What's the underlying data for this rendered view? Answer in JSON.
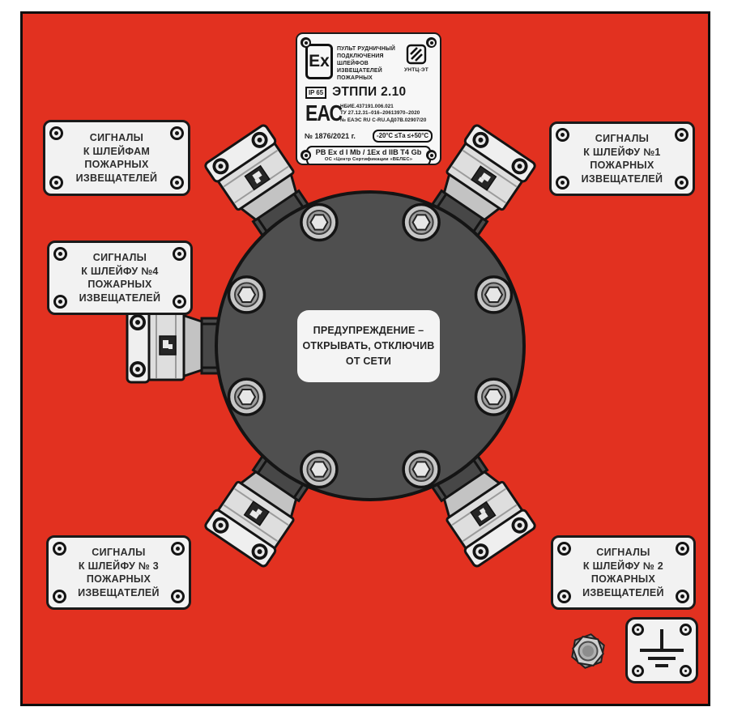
{
  "colors": {
    "panel_red": "#e23120",
    "enclosure_gray": "#4f4f4f",
    "plate_white": "#f2f2f2"
  },
  "nameplate": {
    "ex_logo": "Ex",
    "title_lines": [
      "ПУЛЬТ  РУДНИЧНЫЙ",
      "ПОДКЛЮЧЕНИЯ",
      "ШЛЕЙФОВ",
      "ИЗВЕЩАТЕЛЕЙ",
      "ПОЖАРНЫХ"
    ],
    "manufacturer": "УНТЦ-ЭТ",
    "ip_rating": "IP 65",
    "model": "ЭТППИ 2.10",
    "eac_mark": "ЕАС",
    "doc_lines": [
      "НБИЕ.437191.006.021",
      "ТУ 27.12.31–016–20613970–2020",
      "№  ЕАЭС RU C-RU.АД07В.02907/20"
    ],
    "serial": "№ 1876/2021 г.",
    "temp_range": "-20°C ≤Tа ≤+50°C",
    "ex_marking": "РВ Ex d I Mb / 1Ex d IIB T4 Gb",
    "cert_body": "ОС «Центр Сертификации «ВЕЛЕС»"
  },
  "warning_label": {
    "lines": [
      "ПРЕДУПРЕЖДЕНИЕ –",
      "ОТКРЫВАТЬ, ОТКЛЮЧИВ",
      "ОТ СЕТИ"
    ]
  },
  "plates": {
    "top_left": {
      "lines": [
        "СИГНАЛЫ",
        "К ШЛЕЙФАМ",
        "ПОЖАРНЫХ",
        "ИЗВЕЩАТЕЛЕЙ"
      ]
    },
    "top_right": {
      "lines": [
        "СИГНАЛЫ",
        "К ШЛЕЙФУ  №1",
        "ПОЖАРНЫХ",
        "ИЗВЕЩАТЕЛЕЙ"
      ]
    },
    "mid_left": {
      "lines": [
        "СИГНАЛЫ",
        "К ШЛЕЙФУ №4",
        "ПОЖАРНЫХ",
        "ИЗВЕЩАТЕЛЕЙ"
      ]
    },
    "bottom_left": {
      "lines": [
        "СИГНАЛЫ",
        "К ШЛЕЙФУ № 3",
        "ПОЖАРНЫХ",
        "ИЗВЕЩАТЕЛЕЙ"
      ]
    },
    "bottom_right": {
      "lines": [
        "СИГНАЛЫ",
        "К ШЛЕЙФУ № 2",
        "ПОЖАРНЫХ",
        "ИЗВЕЩАТЕЛЕЙ"
      ]
    }
  }
}
